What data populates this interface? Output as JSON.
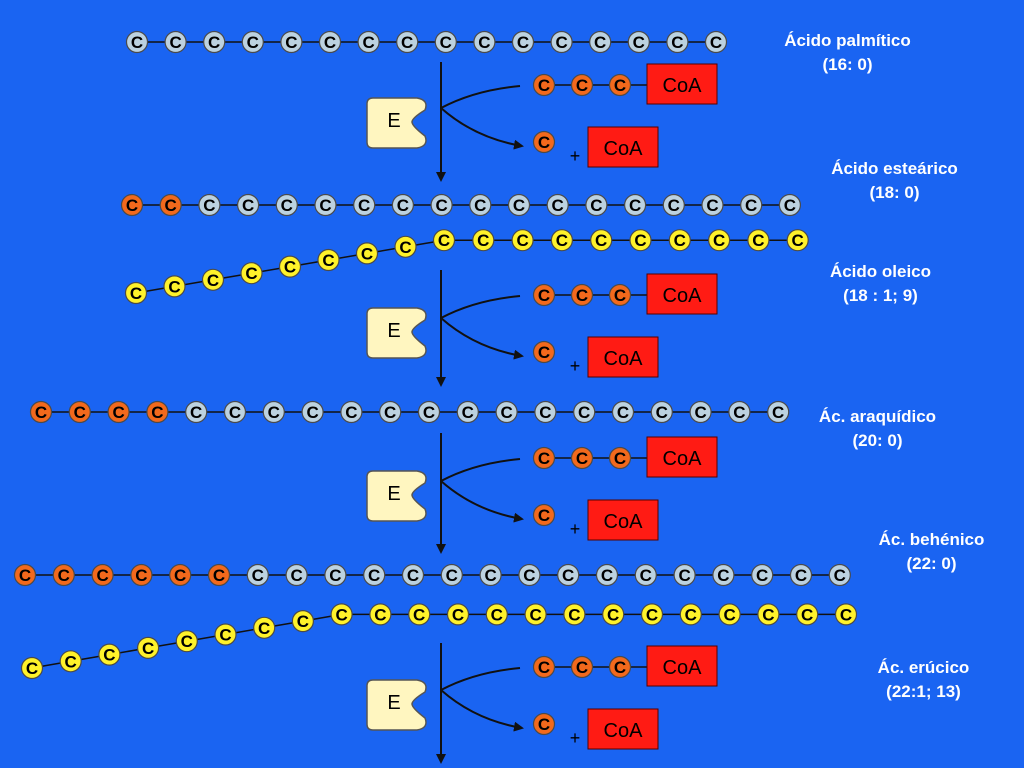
{
  "atom_letter": "C",
  "enzyme_letter": "E",
  "coa_label": "CoA",
  "plus_sign": "+",
  "colors": {
    "background": "#1a64f2",
    "saturated_carbon": "#bcd2e0",
    "added_carbon": "#f2691c",
    "unsaturated_carbon": "#fff22a",
    "coa_box": "#ff1b14",
    "enzyme": "#fff6c0",
    "line": "#111111"
  },
  "labels": [
    {
      "line1": "Ácido palmítico",
      "line2": "(16: 0)"
    },
    {
      "line1": "Ácido esteárico",
      "line2": "(18: 0)"
    },
    {
      "line1": "Ácido oleico",
      "line2": "(18 : 1; 9)"
    },
    {
      "line1": "Ác. araquídico",
      "line2": "(20: 0)"
    },
    {
      "line1": "Ác. behénico",
      "line2": "(22: 0)"
    },
    {
      "line1": "Ác. erúcico",
      "line2": "(22:1; 13)"
    }
  ],
  "chains": [
    {
      "name": "palmitic-chain",
      "pattern": [
        {
          "kind": "saturated",
          "count": 16
        }
      ]
    },
    {
      "name": "stearic-chain",
      "pattern": [
        {
          "kind": "added",
          "count": 2
        },
        {
          "kind": "saturated",
          "count": 16
        }
      ]
    },
    {
      "name": "oleic-chain",
      "pattern": [
        {
          "kind": "unsaturated",
          "count": 18
        }
      ]
    },
    {
      "name": "arachidic-chain",
      "pattern": [
        {
          "kind": "added",
          "count": 4
        },
        {
          "kind": "saturated",
          "count": 16
        }
      ]
    },
    {
      "name": "behenic-chain",
      "pattern": [
        {
          "kind": "added",
          "count": 6
        },
        {
          "kind": "saturated",
          "count": 16
        }
      ]
    },
    {
      "name": "erucic-chain",
      "pattern": [
        {
          "kind": "unsaturated",
          "count": 22
        }
      ]
    }
  ],
  "elongation_steps": [
    {
      "name": "elongation-step-1",
      "acyl_carbons": 3,
      "acetyl_carbons": 1
    },
    {
      "name": "elongation-step-2",
      "acyl_carbons": 3,
      "acetyl_carbons": 1
    },
    {
      "name": "elongation-step-3",
      "acyl_carbons": 3,
      "acetyl_carbons": 1
    },
    {
      "name": "elongation-step-4",
      "acyl_carbons": 3,
      "acetyl_carbons": 1
    }
  ]
}
